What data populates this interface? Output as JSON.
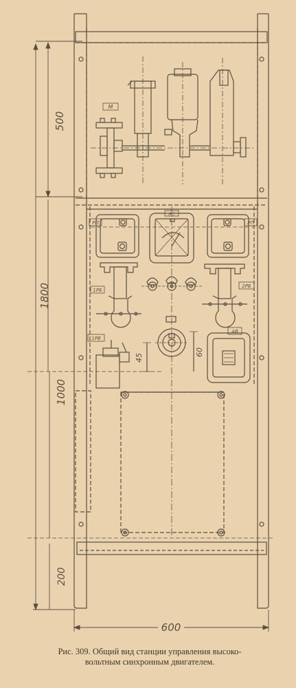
{
  "dimensions": {
    "d500": "500",
    "d1800": "1800",
    "d1000": "1000",
    "d200": "200",
    "d600": "600",
    "d45": "45",
    "d60": "60"
  },
  "labels": {
    "motor": "М",
    "rp_left": "РП",
    "ammeter": "АС",
    "rp_right": "РП",
    "ps": "1РБ",
    "rb_right": "2РБ",
    "rv": "1РВ",
    "av": "АВ"
  },
  "caption": {
    "line1": "Рис. 309. Общий вид станции управления высоко-",
    "line2": "вольтным синхронным двигателем."
  },
  "colors": {
    "paper": "#e9d2ad",
    "ink": "#5a5042"
  }
}
